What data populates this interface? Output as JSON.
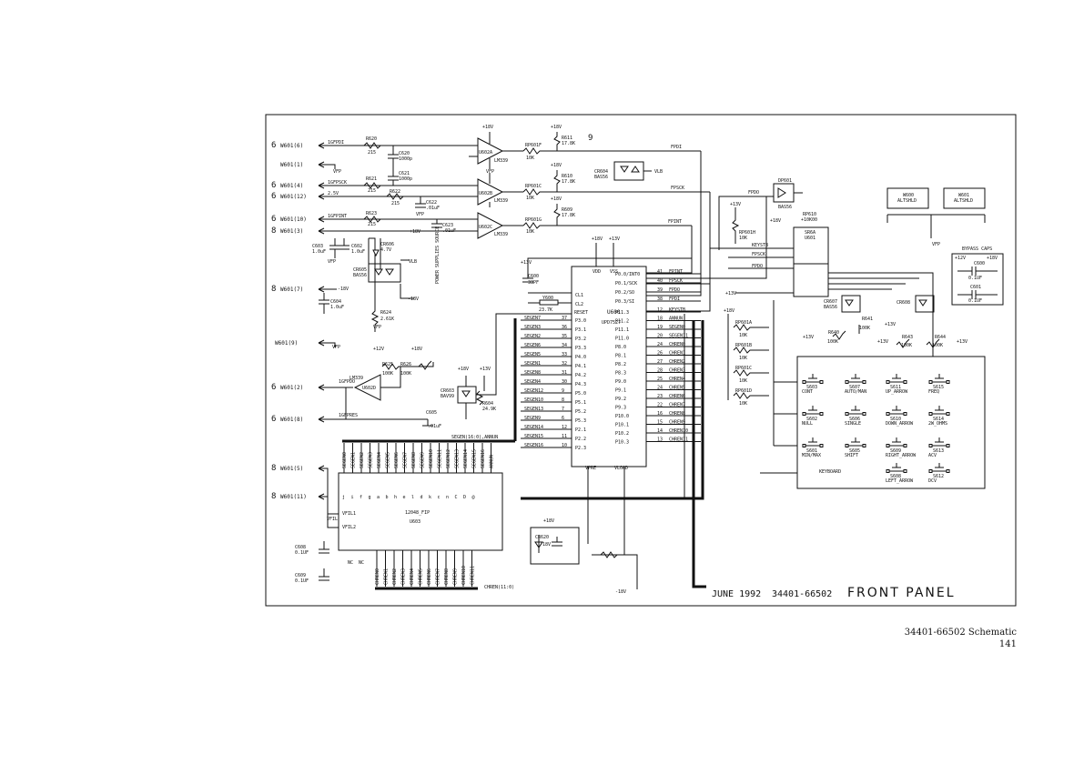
{
  "title_block": {
    "date": "JUNE 1992",
    "part_number": "34401-66502",
    "sheet_title": "FRONT PANEL"
  },
  "footer": {
    "caption": "34401-66502 Schematic",
    "page_number": "141"
  },
  "misc": {
    "sheet_mark": "9"
  },
  "connectors": [
    {
      "sheet": "6",
      "name": "W601(6)"
    },
    {
      "sheet": "",
      "name": "W601(1)"
    },
    {
      "sheet": "6",
      "name": "W601(4)"
    },
    {
      "sheet": "6",
      "name": "W601(12)"
    },
    {
      "sheet": "6",
      "name": "W601(10)"
    },
    {
      "sheet": "8",
      "name": "W601(3)"
    },
    {
      "sheet": "8",
      "name": "W601(7)"
    },
    {
      "sheet": "",
      "name": "W601(9)"
    },
    {
      "sheet": "6",
      "name": "W601(2)"
    },
    {
      "sheet": "6",
      "name": "W601(8)"
    },
    {
      "sheet": "8",
      "name": "W601(5)"
    },
    {
      "sheet": "8",
      "name": "W601(11)"
    }
  ],
  "left_nets": {
    "fpdi": "1GFPDI",
    "fpsck": "1GFPSCK",
    "v25": "2.5V",
    "fpint": "1GFPINT",
    "fpdo": "1GFPDO",
    "fpres": "1GFPRES"
  },
  "resistors_left": {
    "r620": {
      "ref": "R620",
      "val": "215"
    },
    "r621": {
      "ref": "R621",
      "val": "215"
    },
    "r622": {
      "ref": "R622",
      "val": "215"
    },
    "r623": {
      "ref": "R623",
      "val": "215"
    },
    "r624": {
      "ref": "R624",
      "val": "2.61K"
    },
    "r625": {
      "ref": "R625",
      "val": "100K"
    },
    "r626": {
      "ref": "R626",
      "val": "100K"
    },
    "r604": {
      "ref": "R604",
      "val": "24.9K"
    }
  },
  "caps_left": {
    "c620": {
      "ref": "C620",
      "val": "1000p"
    },
    "c621": {
      "ref": "C621",
      "val": "1000p"
    },
    "c622": {
      "ref": "C622",
      "val": ".01uF"
    },
    "c623": {
      "ref": "C623",
      "val": ".01uF"
    },
    "c603": {
      "ref": "C603",
      "val": "1.0uF"
    },
    "c602": {
      "ref": "C602",
      "val": "1.0uF"
    },
    "c604": {
      "ref": "C604",
      "val": "1.0uF"
    },
    "c605": {
      "ref": "C605",
      "val": ".01uF"
    },
    "c608": {
      "ref": "C608",
      "val": "0.1UF"
    },
    "c609": {
      "ref": "C609",
      "val": "0.1UF"
    }
  },
  "opamps": {
    "a": "U602A",
    "b": "U602B",
    "c": "U602C",
    "d": "U602D",
    "part": "LM339"
  },
  "rp_upper": {
    "rp601f": {
      "ref": "RP601F",
      "val": "10K"
    },
    "rp601c": {
      "ref": "RP601C",
      "val": "10K"
    },
    "rp601g": {
      "ref": "RP601G",
      "val": "10K"
    },
    "r611": {
      "ref": "R611",
      "val": "17.8K"
    },
    "r610": {
      "ref": "R610",
      "val": "17.8K"
    },
    "r609": {
      "ref": "R609",
      "val": "17.8K"
    }
  },
  "supplies": {
    "p18": "+18V",
    "m18": "-18V",
    "p13": "+13V",
    "p12": "+12V",
    "vfp": "VFP",
    "vlb": "VLB",
    "vfil": "VFIL"
  },
  "diodes": {
    "cr606": {
      "ref": "CR606",
      "val": "4.7V"
    },
    "cr605": {
      "ref": "CR605",
      "val": "BAS56"
    },
    "cr604": {
      "ref": "CR604",
      "val": "BAS56"
    },
    "cr603": {
      "ref": "CR603",
      "val": "BAV99"
    },
    "cr620": {
      "ref": "CR620",
      "val": "18V"
    },
    "cr607": {
      "ref": "CR607",
      "val": "BAS56"
    },
    "cr608": {
      "ref": "CR608",
      "val": "BAS56"
    },
    "dp601": {
      "ref": "DP601",
      "val": "BAS56"
    }
  },
  "power_label": "POWER SUPPLIES SOURCE",
  "u600": {
    "ref": "U600",
    "part": "UPD7527",
    "vdd": "VDD",
    "vss": "VSS",
    "vpre": "VPRE",
    "vload": "VLOAD",
    "cl1": "CL1",
    "cl2": "CL2",
    "reset": "RESET",
    "left_pins": [
      {
        "net": "SEGEN7",
        "num": "37",
        "pin": "P3.0"
      },
      {
        "net": "SEGEN3",
        "num": "36",
        "pin": "P3.1"
      },
      {
        "net": "SEGEN2",
        "num": "35",
        "pin": "P3.2"
      },
      {
        "net": "SEGEN6",
        "num": "34",
        "pin": "P3.3"
      },
      {
        "net": "SEGEN5",
        "num": "33",
        "pin": "P4.0"
      },
      {
        "net": "SEGEN1",
        "num": "32",
        "pin": "P4.1"
      },
      {
        "net": "SEGEN8",
        "num": "31",
        "pin": "P4.2"
      },
      {
        "net": "SEGEN4",
        "num": "30",
        "pin": "P4.3"
      },
      {
        "net": "SEGEN12",
        "num": "9",
        "pin": "P5.0"
      },
      {
        "net": "SEGEN10",
        "num": "8",
        "pin": "P5.1"
      },
      {
        "net": "SEGEN13",
        "num": "7",
        "pin": "P5.2"
      },
      {
        "net": "SEGEN9",
        "num": "6",
        "pin": "P5.3"
      },
      {
        "net": "SEGEN14",
        "num": "12",
        "pin": "P2.1"
      },
      {
        "net": "SEGEN15",
        "num": "11",
        "pin": "P2.2"
      },
      {
        "net": "SEGEN16",
        "num": "10",
        "pin": "P2.3"
      }
    ],
    "right_pins": [
      {
        "pin": "P0.0/INT0",
        "num": "41",
        "net": "FPINT"
      },
      {
        "pin": "P0.1/SCK",
        "num": "40",
        "net": "FPSCK"
      },
      {
        "pin": "P0.2/SO",
        "num": "39",
        "net": "FPDO"
      },
      {
        "pin": "P0.3/SI",
        "num": "38",
        "net": "FPDI"
      },
      {
        "pin": "P11.3",
        "num": "12",
        "net": "KEYSTB"
      },
      {
        "pin": "P11.2",
        "num": "18",
        "net": "ANNUN"
      },
      {
        "pin": "P11.1",
        "num": "19",
        "net": "SEGEN0"
      },
      {
        "pin": "P11.0",
        "num": "20",
        "net": "SEGEN11"
      },
      {
        "pin": "P8.0",
        "num": "24",
        "net": "CHREN0"
      },
      {
        "pin": "P8.1",
        "num": "26",
        "net": "CHREN1"
      },
      {
        "pin": "P8.2",
        "num": "27",
        "net": "CHREN2"
      },
      {
        "pin": "P8.3",
        "num": "28",
        "net": "CHREN3"
      },
      {
        "pin": "P9.0",
        "num": "25",
        "net": "CHREN4"
      },
      {
        "pin": "P9.1",
        "num": "24",
        "net": "CHREN5"
      },
      {
        "pin": "P9.2",
        "num": "23",
        "net": "CHREN6"
      },
      {
        "pin": "P9.3",
        "num": "22",
        "net": "CHREN7"
      },
      {
        "pin": "P10.0",
        "num": "16",
        "net": "CHREN8"
      },
      {
        "pin": "P10.1",
        "num": "15",
        "net": "CHREN9"
      },
      {
        "pin": "P10.2",
        "num": "14",
        "net": "CHREN10"
      },
      {
        "pin": "P10.3",
        "num": "13",
        "net": "CHREN11"
      }
    ]
  },
  "crystal": {
    "c600_ref": "C600",
    "c600_val": "33PF",
    "y600_ref": "Y600",
    "y600_val": "23.7K"
  },
  "u603": {
    "ref": "U603",
    "part": "12048_FIP",
    "vfil1": "VFIL1",
    "vfil2": "VFIL2",
    "nc": "NC",
    "seg_bus": "SEGEN(16:0),ANNUN",
    "chr_bus": "CHREN(11:0)",
    "seg_letters": [
      "j",
      "i",
      "f",
      "g",
      "a",
      "b",
      "h",
      "e",
      "l",
      "d",
      "k",
      "c",
      "n",
      "C",
      "D",
      "@"
    ]
  },
  "right_nets": {
    "fpdi": "FPDI",
    "fpsck": "FPSCK",
    "fpint": "FPINT",
    "fpdo": "FPDO",
    "keystb": "KEYSTB"
  },
  "rp601h": {
    "ref": "RP601H",
    "val": "10K"
  },
  "u601": {
    "ref": "U601",
    "label": "SR6A",
    "rp": "RP610",
    "rp_val": "+10K00"
  },
  "rp601_ad": [
    {
      "ref": "RP601A",
      "val": "10K"
    },
    {
      "ref": "RP601B",
      "val": "10K"
    },
    {
      "ref": "RP601C",
      "val": "10K"
    },
    {
      "ref": "RP601D",
      "val": "10K"
    }
  ],
  "pull_resistors": [
    {
      "ref": "R640",
      "val": "100K"
    },
    {
      "ref": "R641",
      "val": "100K"
    },
    {
      "ref": "R643",
      "val": "100K"
    },
    {
      "ref": "R644",
      "val": "100K"
    }
  ],
  "alt_parts": [
    {
      "ref": "W600",
      "name": "ALTSHLD"
    },
    {
      "ref": "W601",
      "name": "ALTSHLD"
    }
  ],
  "bypass": {
    "title": "BYPASS CAPS",
    "c600": {
      "ref": "C600",
      "val": "0.1UF"
    },
    "c601": {
      "ref": "C601",
      "val": "0.1UF"
    }
  },
  "keyboard": {
    "label": "KEYBOARD",
    "keys": [
      {
        "ref": "S603",
        "name": "CONT"
      },
      {
        "ref": "S607",
        "name": "AUTO/MAN"
      },
      {
        "ref": "S611",
        "name": "UP_ARROW"
      },
      {
        "ref": "S615",
        "name": "FREQ"
      },
      {
        "ref": "S602",
        "name": "NULL"
      },
      {
        "ref": "S606",
        "name": "SINGLE"
      },
      {
        "ref": "S610",
        "name": "DOWN_ARROW"
      },
      {
        "ref": "S614",
        "name": "2W_OHMS"
      },
      {
        "ref": "S601",
        "name": "MIN/MAX"
      },
      {
        "ref": "S605",
        "name": "SHIFT"
      },
      {
        "ref": "S609",
        "name": "RIGHT_ARROW"
      },
      {
        "ref": "S613",
        "name": "ACV"
      },
      {
        "ref": "S608",
        "name": "LEFT_ARROW"
      },
      {
        "ref": "S612",
        "name": "DCV"
      }
    ]
  }
}
